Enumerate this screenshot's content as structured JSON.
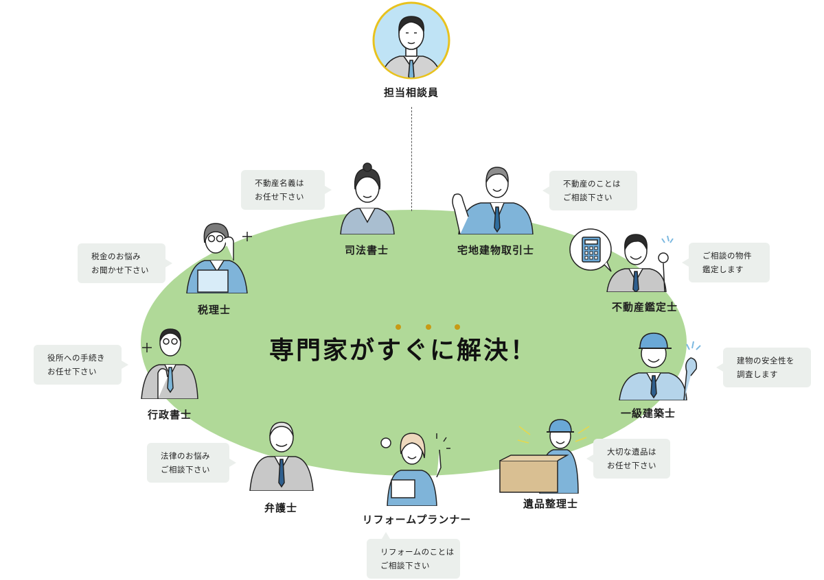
{
  "center": {
    "title": "専門家がすぐに解決！",
    "accent_color": "#c79a16",
    "ellipse_color": "#b0d998"
  },
  "consultant": {
    "label": "担当相談員",
    "ring_color": "#e8c21e",
    "bg_color": "#bfe3f5"
  },
  "experts": [
    {
      "id": "judicial-scrivener",
      "label": "司法書士",
      "bubble": [
        "不動産名義は",
        "お任せ下さい"
      ]
    },
    {
      "id": "real-estate-agent",
      "label": "宅地建物取引士",
      "bubble": [
        "不動産のことは",
        "ご相談下さい"
      ]
    },
    {
      "id": "real-estate-appraiser",
      "label": "不動産鑑定士",
      "bubble": [
        "ご相談の物件",
        "鑑定します"
      ]
    },
    {
      "id": "architect",
      "label": "一級建築士",
      "bubble": [
        "建物の安全性を",
        "調査します"
      ]
    },
    {
      "id": "estate-organizer",
      "label": "遺品整理士",
      "bubble": [
        "大切な遺品は",
        "お任せ下さい"
      ]
    },
    {
      "id": "reform-planner",
      "label": "リフォームプランナー",
      "bubble": [
        "リフォームのことは",
        "ご相談下さい"
      ]
    },
    {
      "id": "lawyer",
      "label": "弁護士",
      "bubble": [
        "法律のお悩み",
        "ご相談下さい"
      ]
    },
    {
      "id": "administrative-scrivener",
      "label": "行政書士",
      "bubble": [
        "役所への手続き",
        "お任せ下さい"
      ]
    },
    {
      "id": "tax-accountant",
      "label": "税理士",
      "bubble": [
        "税金のお悩み",
        "お聞かせ下さい"
      ]
    }
  ]
}
